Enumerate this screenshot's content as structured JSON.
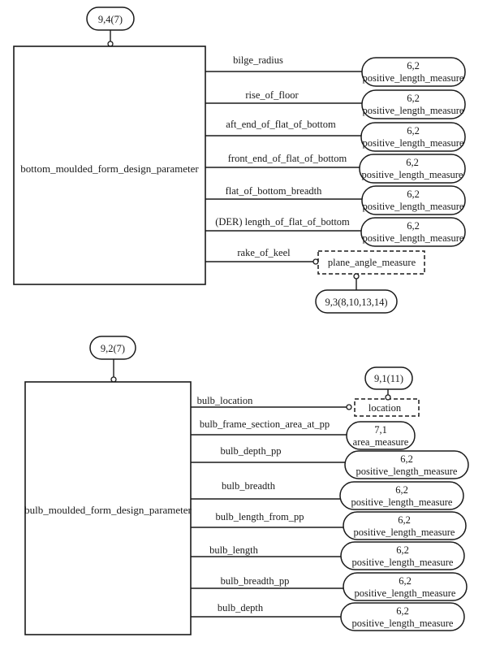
{
  "diagrams": [
    {
      "entity": "bottom_moulded_form_design_parameter",
      "ref": "9,4(7)",
      "attributes": [
        {
          "name": "bilge_radius",
          "type_ref": "6,2",
          "type_name": "positive_length_measure",
          "kind": "pill"
        },
        {
          "name": "rise_of_floor",
          "type_ref": "6,2",
          "type_name": "positive_length_measure",
          "kind": "pill"
        },
        {
          "name": "aft_end_of_flat_of_bottom",
          "type_ref": "6,2",
          "type_name": "positive_length_measure",
          "kind": "pill"
        },
        {
          "name": "front_end_of_flat_of_bottom",
          "type_ref": "6,2",
          "type_name": "positive_length_measure",
          "kind": "pill"
        },
        {
          "name": "flat_of_bottom_breadth",
          "type_ref": "6,2",
          "type_name": "positive_length_measure",
          "kind": "pill"
        },
        {
          "name": "(DER) length_of_flat_of_bottom",
          "type_ref": "6,2",
          "type_name": "positive_length_measure",
          "kind": "pill"
        },
        {
          "name": "rake_of_keel",
          "type_name": "plane_angle_measure",
          "kind": "dashed",
          "dashed_ref": "9,3(8,10,13,14)"
        }
      ]
    },
    {
      "entity": "bulb_moulded_form_design_parameter",
      "ref": "9,2(7)",
      "attributes": [
        {
          "name": "bulb_location",
          "type_name": "location",
          "kind": "dashed",
          "dashed_ref": "9,1(11)"
        },
        {
          "name": "bulb_frame_section_area_at_pp",
          "type_ref": "7,1",
          "type_name": "area_measure",
          "kind": "pill"
        },
        {
          "name": "bulb_depth_pp",
          "type_ref": "6,2",
          "type_name": "positive_length_measure",
          "kind": "pill"
        },
        {
          "name": "bulb_breadth",
          "type_ref": "6,2",
          "type_name": "positive_length_measure",
          "kind": "pill"
        },
        {
          "name": "bulb_length_from_pp",
          "type_ref": "6,2",
          "type_name": "positive_length_measure",
          "kind": "pill"
        },
        {
          "name": "bulb_length",
          "type_ref": "6,2",
          "type_name": "positive_length_measure",
          "kind": "pill"
        },
        {
          "name": "bulb_breadth_pp",
          "type_ref": "6,2",
          "type_name": "positive_length_measure",
          "kind": "pill"
        },
        {
          "name": "bulb_depth",
          "type_ref": "6,2",
          "type_name": "positive_length_measure",
          "kind": "pill"
        }
      ]
    }
  ]
}
